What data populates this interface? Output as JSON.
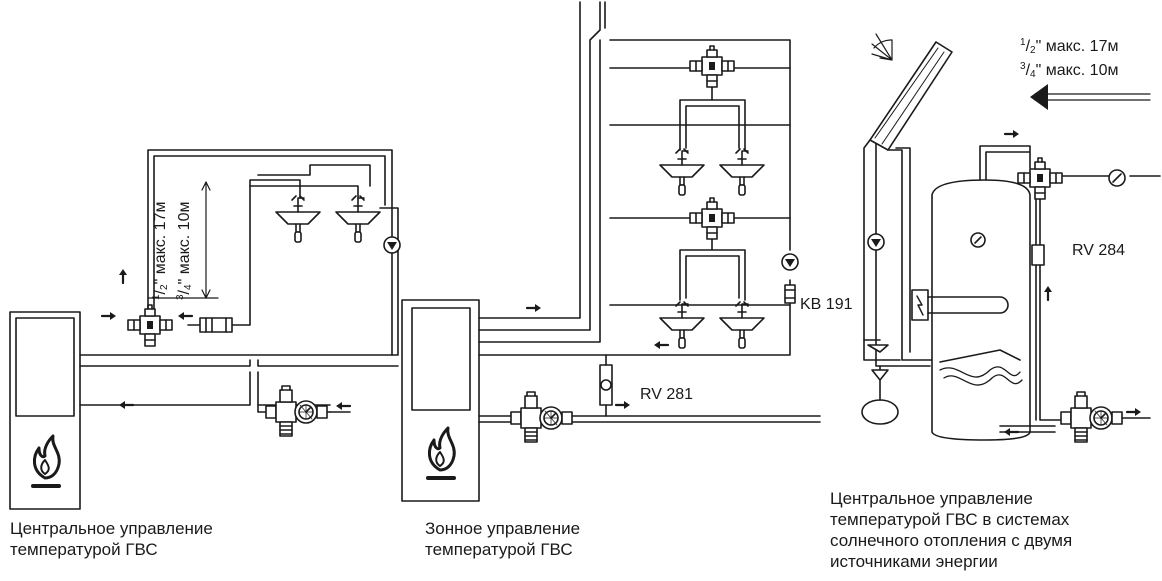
{
  "captions": {
    "central": [
      "Центральное управление",
      "температурой ГВС"
    ],
    "zone": [
      "Зонное управление",
      "температурой ГВС"
    ],
    "solar": [
      "Центральное управление",
      "температурой ГВС в системах",
      "солнечного отопления с двумя",
      "источниками энергии"
    ]
  },
  "labels": {
    "rv281": "RV 281",
    "kb191": "KB 191",
    "rv284": "RV 284",
    "size_half_num": "1",
    "size_half_den": "2",
    "size_half_text": "\" макс. 17м",
    "size_3q_num": "3",
    "size_3q_den": "4",
    "size_3q_text": "\" макс. 10м"
  },
  "colors": {
    "line": "#1a1a1a",
    "background": "#ffffff"
  }
}
